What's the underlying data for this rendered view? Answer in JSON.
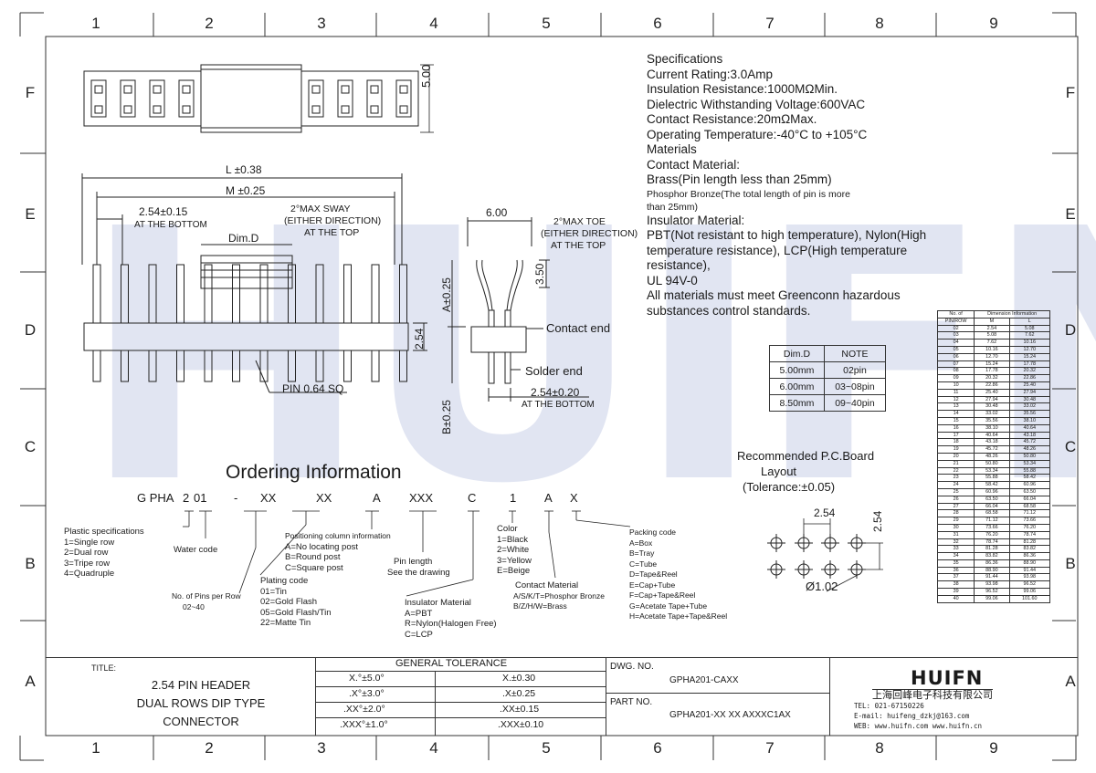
{
  "grid": {
    "columns": [
      "1",
      "2",
      "3",
      "4",
      "5",
      "6",
      "7",
      "8",
      "9"
    ],
    "rows": [
      "F",
      "E",
      "D",
      "C",
      "B",
      "A"
    ]
  },
  "specifications": {
    "heading": "Specifications",
    "lines": [
      "Current Rating:3.0Amp",
      "Insulation Resistance:1000MΩMin.",
      "Dielectric Withstanding Voltage:600VAC",
      "Contact Resistance:20mΩMax.",
      "Operating Temperature:-40°C to +105°C",
      "Materials",
      "Contact Material:",
      "Brass(Pin length less than 25mm)"
    ],
    "phosphor_line_1": "Phosphor Bronze(The total length of pin is more",
    "phosphor_line_2": "than 25mm)",
    "lines2": [
      "Insulator Material:",
      "PBT(Not resistant to high temperature),  Nylon(High",
      "temperature resistance), LCP(High temperature",
      "resistance),",
      "UL 94V-0",
      "All materials must meet Greenconn hazardous",
      "substances control standards."
    ]
  },
  "drawing_labels": {
    "dim_500": "5.00",
    "l_tol": "L ±0.38",
    "m_tol": "M ±0.25",
    "pitch_bottom": "2.54±0.15",
    "at_bottom": "AT THE BOTTOM",
    "sway_1": "2°MAX SWAY",
    "sway_2": "(EITHER DIRECTION)",
    "sway_3": "AT THE TOP",
    "dim_d": "Dim.D",
    "dim_254": "2.54",
    "pin_sq": "PIN 0.64 SQ",
    "side_600": "6.00",
    "toe_1": "2°MAX TOE",
    "toe_2": "(EITHER DIRECTION)",
    "toe_3": "AT THE TOP",
    "dim_350": "3.50",
    "a_tol": "A±0.25",
    "b_tol": "B±0.25",
    "contact_end": "Contact end",
    "solder_end": "Solder end",
    "side_pitch": "2.54±0.20",
    "side_at_bottom": "AT THE BOTTOM"
  },
  "dim_note_table": {
    "headers": [
      "Dim.D",
      "NOTE"
    ],
    "rows": [
      [
        "5.00mm",
        "02pin"
      ],
      [
        "6.00mm",
        "03~08pin"
      ],
      [
        "8.50mm",
        "09~40pin"
      ]
    ]
  },
  "pcb": {
    "title_1": "Recommended P.C.Board",
    "title_2": "Layout",
    "title_3": "(Tolerance:±0.05)",
    "pitch_h": "2.54",
    "pitch_v": "2.54",
    "hole": "Ø1.02"
  },
  "dimension_table": {
    "head_left": "No. of",
    "head_left2": "PIN/ROW",
    "head_right": "Dimension Information",
    "col_m": "M",
    "col_l": "L",
    "rows": [
      [
        "02",
        "2.54",
        "5.08"
      ],
      [
        "03",
        "5.08",
        "7.62"
      ],
      [
        "04",
        "7.62",
        "10.16"
      ],
      [
        "05",
        "10.16",
        "12.70"
      ],
      [
        "06",
        "12.70",
        "15.24"
      ],
      [
        "07",
        "15.24",
        "17.78"
      ],
      [
        "08",
        "17.78",
        "20.32"
      ],
      [
        "09",
        "20.32",
        "22.86"
      ],
      [
        "10",
        "22.86",
        "25.40"
      ],
      [
        "11",
        "25.40",
        "27.94"
      ],
      [
        "12",
        "27.94",
        "30.48"
      ],
      [
        "13",
        "30.48",
        "33.02"
      ],
      [
        "14",
        "33.02",
        "35.56"
      ],
      [
        "15",
        "35.56",
        "38.10"
      ],
      [
        "16",
        "38.10",
        "40.64"
      ],
      [
        "17",
        "40.64",
        "43.18"
      ],
      [
        "18",
        "43.18",
        "45.72"
      ],
      [
        "19",
        "45.72",
        "48.26"
      ],
      [
        "20",
        "48.26",
        "50.80"
      ],
      [
        "21",
        "50.80",
        "53.34"
      ],
      [
        "22",
        "53.34",
        "55.88"
      ],
      [
        "23",
        "55.88",
        "58.42"
      ],
      [
        "24",
        "58.42",
        "60.96"
      ],
      [
        "25",
        "60.96",
        "63.50"
      ],
      [
        "26",
        "63.50",
        "66.04"
      ],
      [
        "27",
        "66.04",
        "68.58"
      ],
      [
        "28",
        "68.58",
        "71.12"
      ],
      [
        "29",
        "71.12",
        "73.66"
      ],
      [
        "30",
        "73.66",
        "76.20"
      ],
      [
        "31",
        "76.20",
        "78.74"
      ],
      [
        "32",
        "78.74",
        "81.28"
      ],
      [
        "33",
        "81.28",
        "83.82"
      ],
      [
        "34",
        "83.82",
        "86.36"
      ],
      [
        "35",
        "86.36",
        "88.90"
      ],
      [
        "36",
        "88.90",
        "91.44"
      ],
      [
        "37",
        "91.44",
        "93.98"
      ],
      [
        "38",
        "93.98",
        "96.52"
      ],
      [
        "39",
        "96.52",
        "99.06"
      ],
      [
        "40",
        "99.06",
        "101.60"
      ]
    ]
  },
  "ordering": {
    "title": "Ordering Information",
    "code_parts": [
      "G PHA",
      "2",
      "01",
      "-",
      "XX",
      "XX",
      "A",
      "XXX",
      "C",
      "1",
      "A",
      "X"
    ],
    "plastic": [
      "Plastic specifications",
      "1=Single row",
      "2=Dual row",
      "3=Tripe row",
      "4=Quadruple"
    ],
    "water": "Water code",
    "pins": [
      "No. of Pins per Row",
      "02~40"
    ],
    "positioning": [
      "Positioning column information",
      "A=No locating post",
      "B=Round post",
      "C=Square post"
    ],
    "plating": [
      "Plating code",
      "01=Tin",
      "02=Gold Flash",
      "05=Gold Flash/Tin",
      "22=Matte Tin"
    ],
    "pin_length": [
      "Pin length",
      "See the drawing"
    ],
    "insulator": [
      "Insulator Material",
      "A=PBT",
      "R=Nylon(Halogen Free)",
      "C=LCP"
    ],
    "color": [
      "Color",
      "1=Black",
      "2=White",
      "3=Yellow",
      "E=Beige"
    ],
    "contact": [
      "Contact Material",
      "A/S/K/T=Phosphor Bronze",
      "B/Z/H/W=Brass"
    ],
    "packing": [
      "Packing code",
      "A=Box",
      "B=Tray",
      "C=Tube",
      "D=Tape&Reel",
      "E=Cap+Tube",
      "F=Cap+Tape&Reel",
      "G=Acetate Tape+Tube",
      "H=Acetate Tape+Tape&Reel"
    ]
  },
  "title_block": {
    "title_label": "TITLE:",
    "title_lines": [
      "2.54 PIN HEADER",
      "DUAL ROWS DIP TYPE",
      "CONNECTOR"
    ],
    "tolerance_head": "GENERAL TOLERANCE",
    "tolerance_rows": [
      [
        "X.°±5.0°",
        "X.±0.30"
      ],
      [
        ".X°±3.0°",
        ".X±0.25"
      ],
      [
        ".XX°±2.0°",
        ".XX±0.15"
      ],
      [
        ".XXX°±1.0°",
        ".XXX±0.10"
      ]
    ],
    "dwg_label": "DWG. NO.",
    "dwg_value": "GPHA201-CAXX",
    "part_label": "PART NO.",
    "part_value": "GPHA201-XX XX AXXXC1AX",
    "logo": "HUIFN",
    "company": "上海回峰电子科技有限公司",
    "tel": "TEL: 021-67150226",
    "email": "E-mail: huifeng_dzkj@163.com",
    "web": "WEB: www.huifn.com  www.huifn.cn"
  },
  "watermark": "HUIFN"
}
